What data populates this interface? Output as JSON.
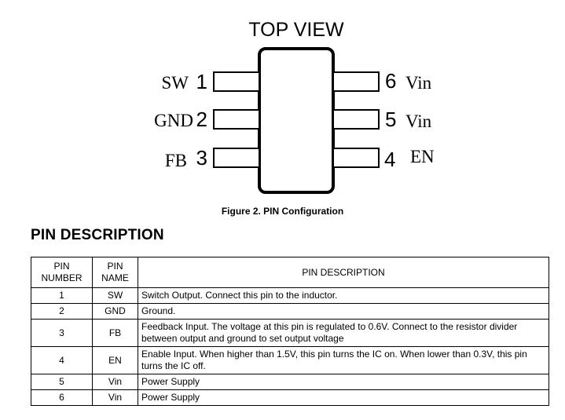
{
  "diagram": {
    "view_title": "TOP VIEW",
    "left_pins": [
      {
        "number": "1",
        "name": "SW"
      },
      {
        "number": "2",
        "name": "GND"
      },
      {
        "number": "3",
        "name": "FB"
      }
    ],
    "right_pins": [
      {
        "number": "6",
        "name": "Vin"
      },
      {
        "number": "5",
        "name": "Vin"
      },
      {
        "number": "4",
        "name": "EN"
      }
    ]
  },
  "caption": "Figure 2.  PIN Configuration",
  "section_title": "PIN DESCRIPTION",
  "table": {
    "headers": [
      "PIN NUMBER",
      "PIN NAME",
      "PIN DESCRIPTION"
    ],
    "rows": [
      {
        "number": "1",
        "name": "SW",
        "description": "Switch Output. Connect this pin to the inductor."
      },
      {
        "number": "2",
        "name": "GND",
        "description": "Ground."
      },
      {
        "number": "3",
        "name": "FB",
        "description": "Feedback Input. The voltage at this pin is regulated to 0.6V. Connect to the resistor divider between output and ground to set output voltage"
      },
      {
        "number": "4",
        "name": "EN",
        "description": "Enable Input. When higher than 1.5V, this pin turns the IC on. When lower than 0.3V, this pin turns the IC off."
      },
      {
        "number": "5",
        "name": "Vin",
        "description": "Power Supply"
      },
      {
        "number": "6",
        "name": "Vin",
        "description": "Power Supply"
      }
    ]
  }
}
